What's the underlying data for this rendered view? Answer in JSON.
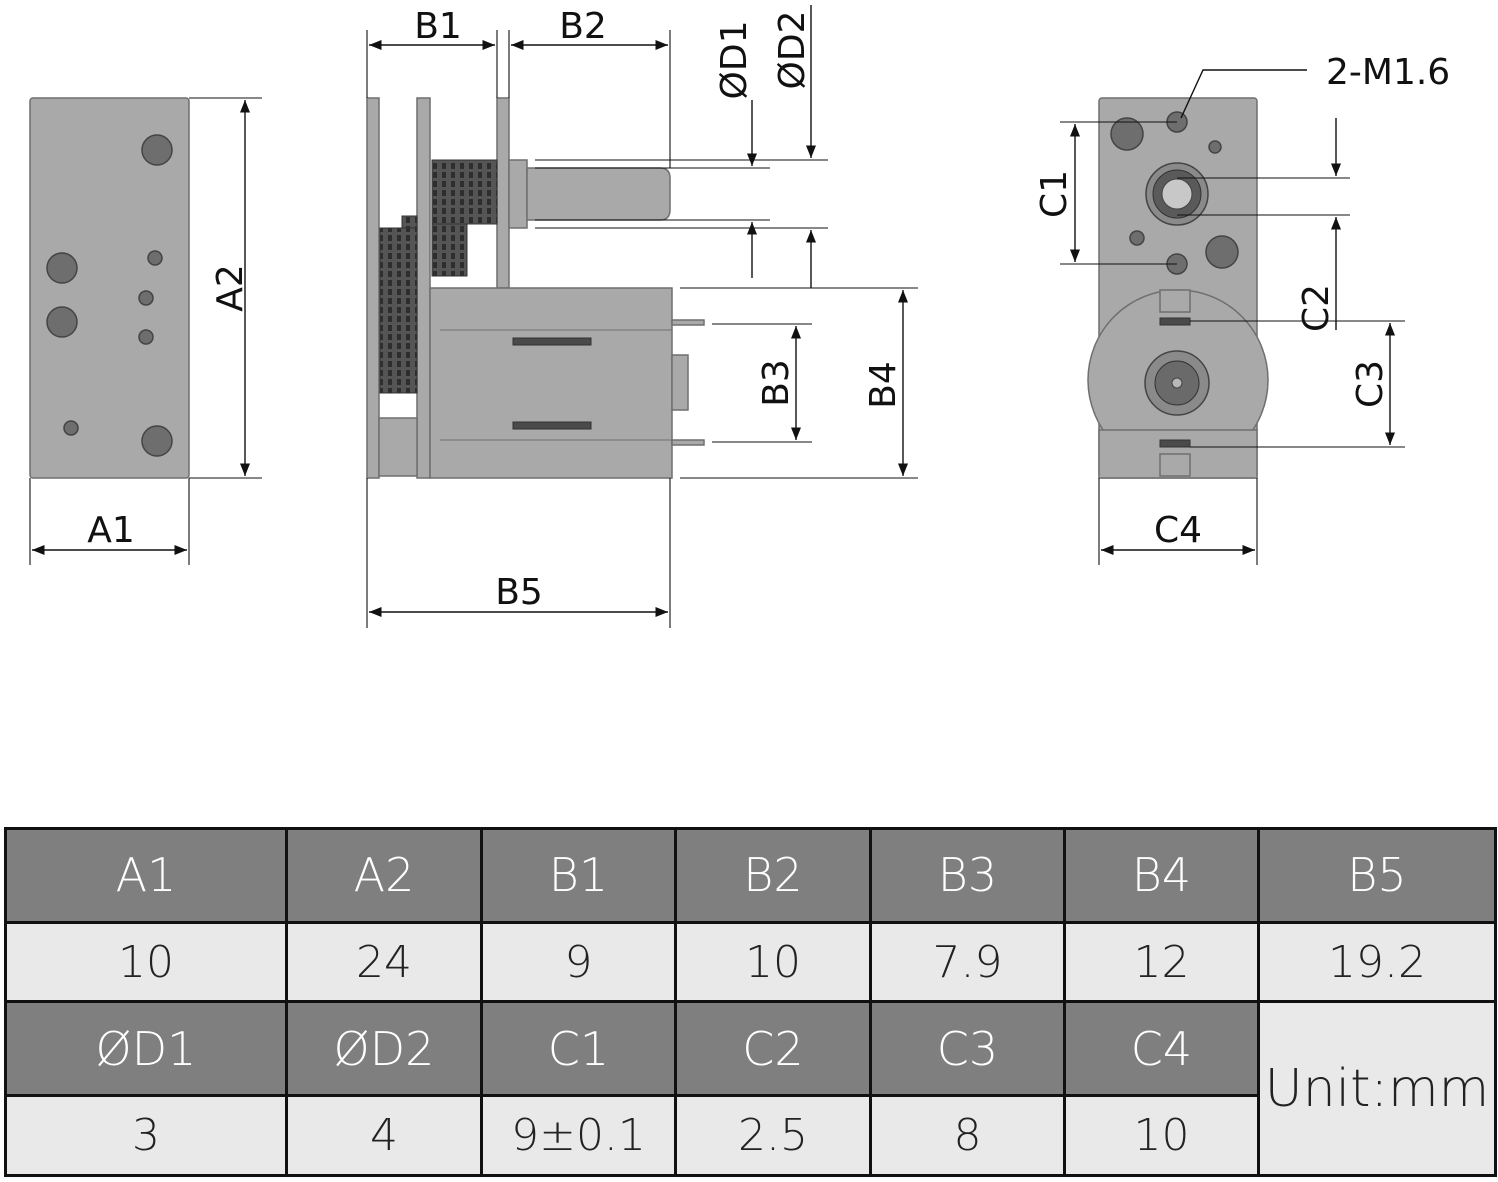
{
  "drawing": {
    "labels": {
      "A1": "A1",
      "A2": "A2",
      "B1": "B1",
      "B2": "B2",
      "B3": "B3",
      "B4": "B4",
      "B5": "B5",
      "D1": "ØD1",
      "D2": "ØD2",
      "C1": "C1",
      "C2": "C2",
      "C3": "C3",
      "C4": "C4",
      "thread": "2-M1.6"
    }
  },
  "table": {
    "row1_headers": [
      "A1",
      "A2",
      "B1",
      "B2",
      "B3",
      "B4",
      "B5"
    ],
    "row1_values": [
      "10",
      "24",
      "9",
      "10",
      "7.9",
      "12",
      "19.2"
    ],
    "row2_headers": [
      "ØD1",
      "ØD2",
      "C1",
      "C2",
      "C3",
      "C4"
    ],
    "row2_values": [
      "3",
      "4",
      "9±0.1",
      "2.5",
      "8",
      "10"
    ],
    "unit": "Unit:mm"
  },
  "colors": {
    "header_bg": "#7f7f7f",
    "value_bg": "#e9e9e9",
    "part_fill": "#a9a9a9"
  }
}
